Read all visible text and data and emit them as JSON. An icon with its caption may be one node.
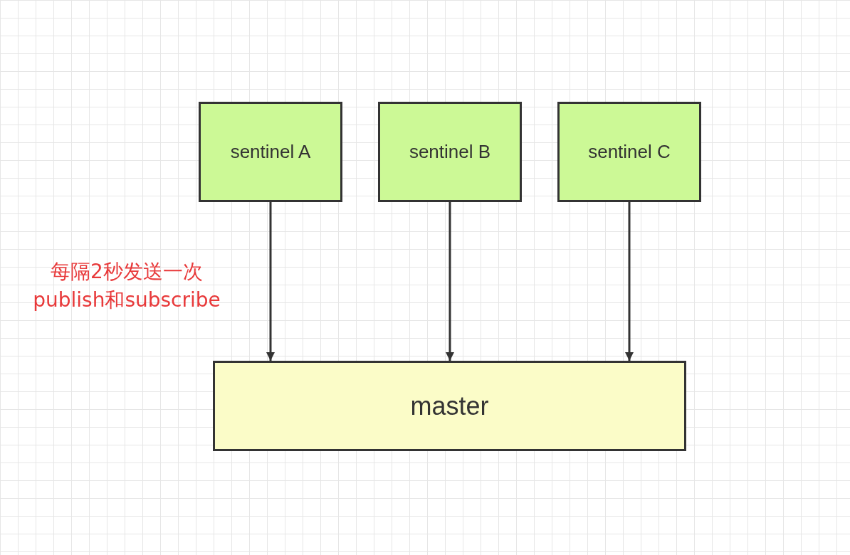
{
  "diagram": {
    "nodes": [
      {
        "text": [
          "sentinel A"
        ]
      },
      {
        "text": [
          "sentinel B"
        ]
      },
      {
        "text": [
          "sentinel C"
        ]
      },
      {
        "text": [
          "master"
        ]
      }
    ],
    "edges": [
      {
        "from": 0,
        "to": 3,
        "arrow": "to"
      },
      {
        "from": 1,
        "to": 3,
        "arrow": "to"
      },
      {
        "from": 2,
        "to": 3,
        "arrow": "to"
      }
    ],
    "labels": [
      "每隔2秒发送一次 publish和subscribe"
    ]
  }
}
